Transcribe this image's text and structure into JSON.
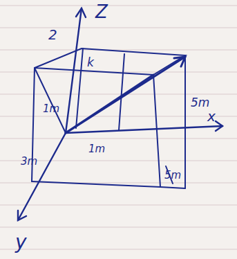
{
  "diagram": {
    "labels": [
      "Z",
      "2",
      "k",
      "1m",
      "3m",
      "1m",
      "5m",
      "x",
      "5m",
      "y"
    ]
  }
}
